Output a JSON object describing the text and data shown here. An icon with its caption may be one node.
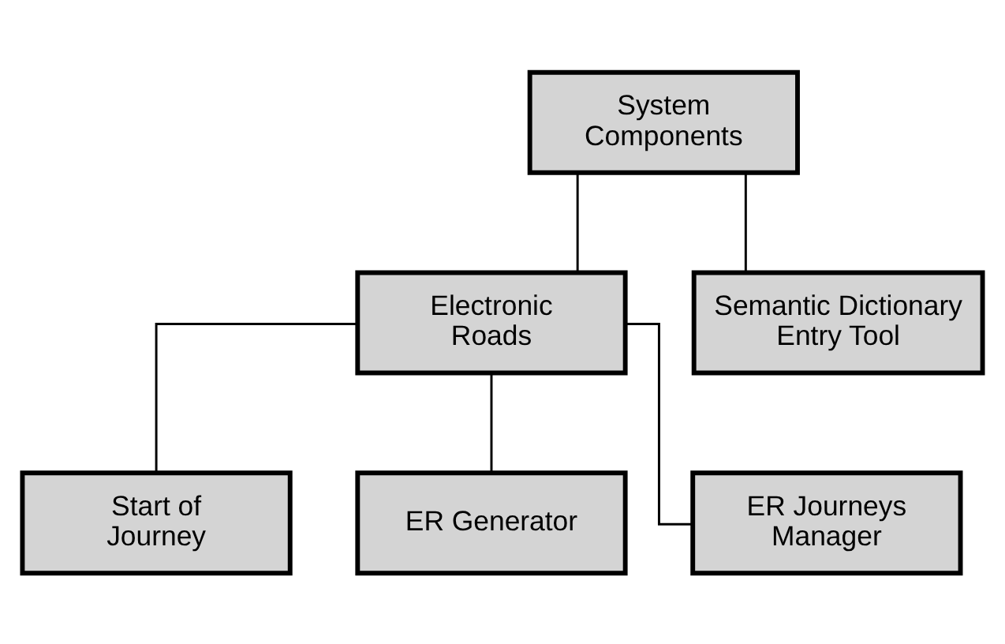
{
  "diagram": {
    "nodes": [
      {
        "text": [
          "System Components"
        ]
      },
      {
        "text": [
          "Electronic Roads"
        ]
      },
      {
        "text": [
          "Semantic Dictionary Entry Tool"
        ]
      },
      {
        "text": [
          "Start of Journey"
        ]
      },
      {
        "text": [
          "ER Generator"
        ]
      },
      {
        "text": [
          "ER Journeys Manager"
        ]
      }
    ],
    "edges": [
      {
        "from": 0,
        "to": 1,
        "arrow": "none"
      },
      {
        "from": 0,
        "to": 2,
        "arrow": "none"
      },
      {
        "from": 1,
        "to": 3,
        "arrow": "none"
      },
      {
        "from": 1,
        "to": 4,
        "arrow": "none"
      },
      {
        "from": 1,
        "to": 5,
        "arrow": "none"
      }
    ]
  }
}
